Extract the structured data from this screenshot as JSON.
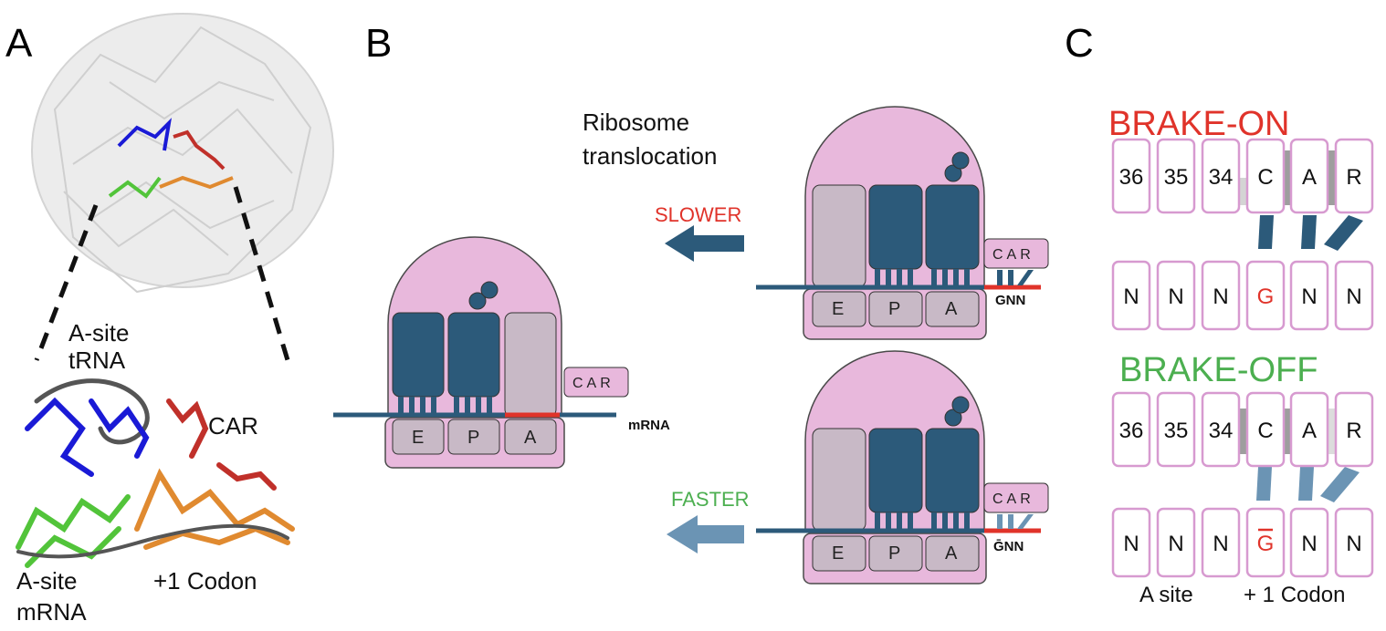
{
  "panels": {
    "a": "A",
    "b": "B",
    "c": "C"
  },
  "panel_a": {
    "label_asite_trna_1": "A-site",
    "label_asite_trna_2": "tRNA",
    "label_car": "CAR",
    "label_asite_mrna_1": "A-site",
    "label_asite_mrna_2": "mRNA",
    "label_codon": "+1 Codon"
  },
  "panel_b": {
    "title_1": "Ribosome",
    "title_2": "translocation",
    "slower": "SLOWER",
    "faster": "FASTER",
    "site_e": "E",
    "site_p": "P",
    "site_a": "A",
    "car": "CAR",
    "mrna": "mRNA",
    "gnn": "GNN",
    "gnn_bar": "ḠNN"
  },
  "panel_c": {
    "brake_on": "BRAKE-ON",
    "brake_off": "BRAKE-OFF",
    "top_row": [
      "36",
      "35",
      "34",
      "C",
      "A",
      "R"
    ],
    "bottom_row": [
      "N",
      "N",
      "N",
      "G",
      "N",
      "N"
    ],
    "bottom_row_off_g": "G",
    "a_site": "A site",
    "plus1": "+ 1 Codon"
  },
  "colors": {
    "red": "#e0332a",
    "green": "#4caf50",
    "pink": "#e8b8dc",
    "navy": "#2c5a7a",
    "lightblue": "#6b94b4",
    "grey": "#c8b9c6",
    "box_border": "#d79ad0"
  }
}
